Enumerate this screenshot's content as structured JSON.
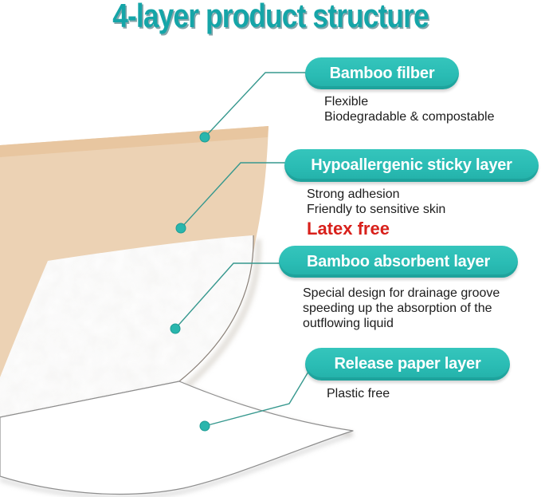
{
  "title": "4-layer product structure",
  "callouts": [
    {
      "label": "Bamboo filber",
      "lines": [
        "Flexible",
        "Biodegradable & compostable"
      ]
    },
    {
      "label": "Hypoallergenic sticky layer",
      "lines": [
        "Strong adhesion",
        "Friendly to sensitive skin"
      ],
      "highlight": "Latex free"
    },
    {
      "label": "Bamboo absorbent layer",
      "lines": [
        "Special design for drainage groove",
        "speeding up the absorption of the",
        "outflowing liquid"
      ]
    },
    {
      "label": "Release paper layer",
      "lines": [
        "Plastic free"
      ]
    }
  ],
  "colors": {
    "title": "#15a5a8",
    "pill": "#2abcb4",
    "pill_text": "#ffffff",
    "leader": "#36988e",
    "dot": "#29b6ad",
    "highlight": "#d8201b",
    "text": "#1c1c1c",
    "fiber_layer": "#ecd2b4",
    "fiber_edge": "#e8c6a0"
  }
}
